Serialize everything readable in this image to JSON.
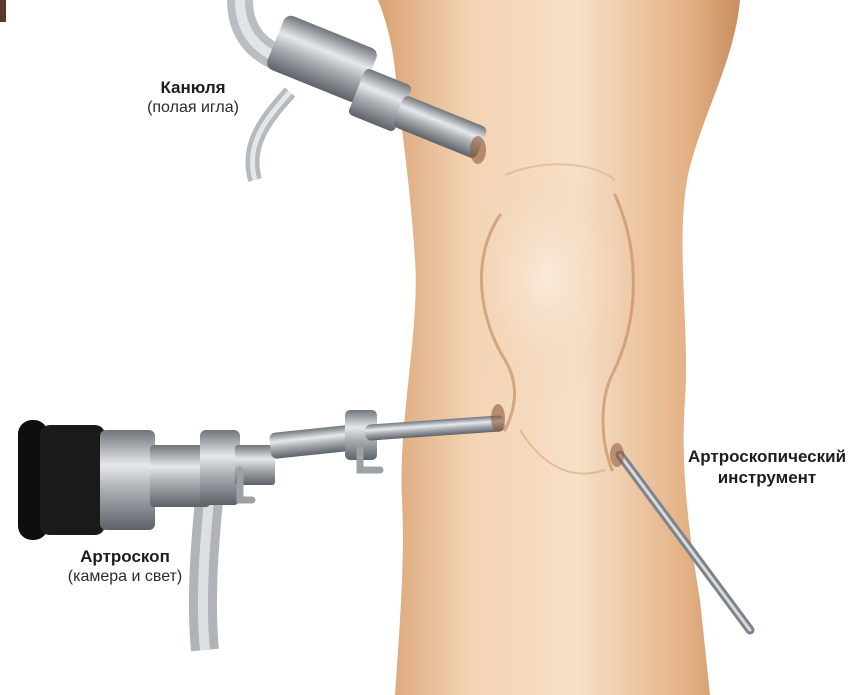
{
  "labels": {
    "cannula": {
      "title": "Канюля",
      "subtitle": "(полая игла)"
    },
    "arthroscope": {
      "title": "Артроскоп",
      "subtitle": "(камера и свет)"
    },
    "instrument": {
      "title_line1": "Артроскопический",
      "title_line2": "инструмент"
    }
  },
  "colors": {
    "skin_light": "#f6dcc2",
    "skin_mid": "#e8b98e",
    "skin_shadow": "#c9895a",
    "metal": "#9ea3a8",
    "eyepiece": "#111111"
  },
  "icons": [
    "knee-illustration",
    "cannula-icon",
    "arthroscope-icon",
    "probe-instrument-icon"
  ]
}
